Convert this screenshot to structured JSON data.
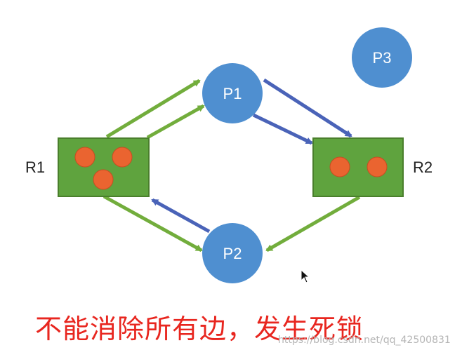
{
  "processes": [
    {
      "id": "P1",
      "label": "P1"
    },
    {
      "id": "P2",
      "label": "P2"
    },
    {
      "id": "P3",
      "label": "P3"
    }
  ],
  "resources": [
    {
      "id": "R1",
      "label": "R1",
      "instances": 3
    },
    {
      "id": "R2",
      "label": "R2",
      "instances": 2
    }
  ],
  "edges": [
    {
      "from": "R1",
      "to": "P1",
      "kind": "assignment",
      "count": 2,
      "color": "#72ad3c"
    },
    {
      "from": "R1",
      "to": "P2",
      "kind": "assignment",
      "count": 1,
      "color": "#72ad3c"
    },
    {
      "from": "R2",
      "to": "P2",
      "kind": "assignment",
      "count": 1,
      "color": "#72ad3c"
    },
    {
      "from": "P1",
      "to": "R2",
      "kind": "request",
      "count": 2,
      "color": "#4a63b8"
    },
    {
      "from": "P2",
      "to": "R1",
      "kind": "request",
      "count": 1,
      "color": "#4a63b8"
    }
  ],
  "caption": "不能消除所有边，发生死锁",
  "watermark": "https://blog.csdn.net/qq_42500831",
  "colors": {
    "process_fill": "#4f8fd0",
    "process_text": "#ffffff",
    "resource_fill": "#5fa33e",
    "instance_dot": "#ea6430",
    "caption": "#e8261f"
  }
}
